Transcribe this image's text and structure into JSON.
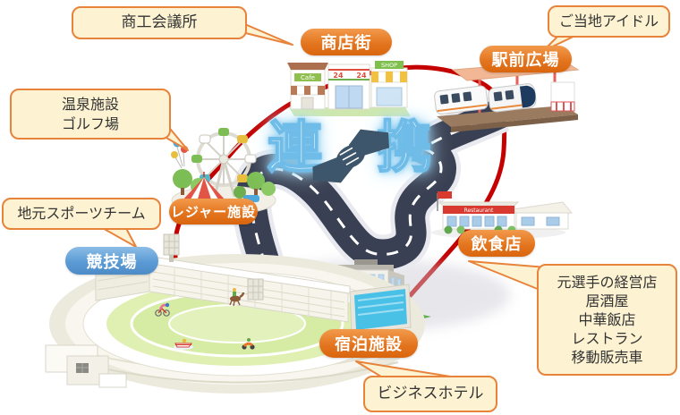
{
  "diagram": {
    "center": {
      "left_char": "連",
      "right_char": "携"
    },
    "nodes": {
      "shopping_street": "商店街",
      "station_plaza": "駅前広場",
      "leisure_facility": "レジャー施設",
      "stadium": "競技場",
      "restaurant": "飲食店",
      "lodging": "宿泊施設"
    },
    "callouts": {
      "chamber_of_commerce": "商工会議所",
      "local_idol": "ご当地アイドル",
      "onsen": "温泉施設",
      "golf": "ゴルフ場",
      "local_sports_team": "地元スポーツチーム",
      "restaurant_examples": [
        "元選手の経営店",
        "居酒屋",
        "中華飯店",
        "レストラン",
        "移動販売車"
      ],
      "business_hotel": "ビジネスホテル"
    },
    "signs": {
      "cafe": "Cafe",
      "convenience": "24",
      "shop": "SHOP",
      "restaurant": "Restaurant"
    },
    "colors": {
      "node_orange": "#E2731C",
      "node_blue": "#5B9BD5",
      "loop_red": "#C40000",
      "road": "#3A4053",
      "callout_bg": "#FDF3D2",
      "callout_border": "#E7833B",
      "glow_blue": "#6FBCE8",
      "handshake": "#3D566B"
    }
  }
}
